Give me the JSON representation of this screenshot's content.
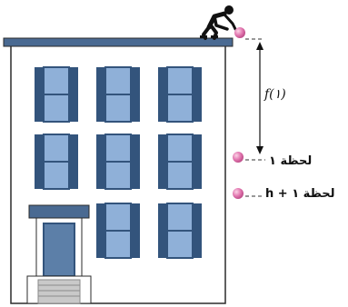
{
  "annotations": {
    "distance_label": "f(١)",
    "moment_1": "لحظة ١",
    "moment_2": "لحظة ١ + h"
  },
  "colors": {
    "building_outline": "#2b2b2b",
    "roof": "#4a6a92",
    "window_frame": "#33547c",
    "window_glass": "#8fb0d8",
    "door": "#5c7fa8",
    "ball": "#e277b0",
    "dashed": "#333333"
  },
  "icons": {
    "person": "pushing-person-icon",
    "ball": "ball-icon"
  }
}
